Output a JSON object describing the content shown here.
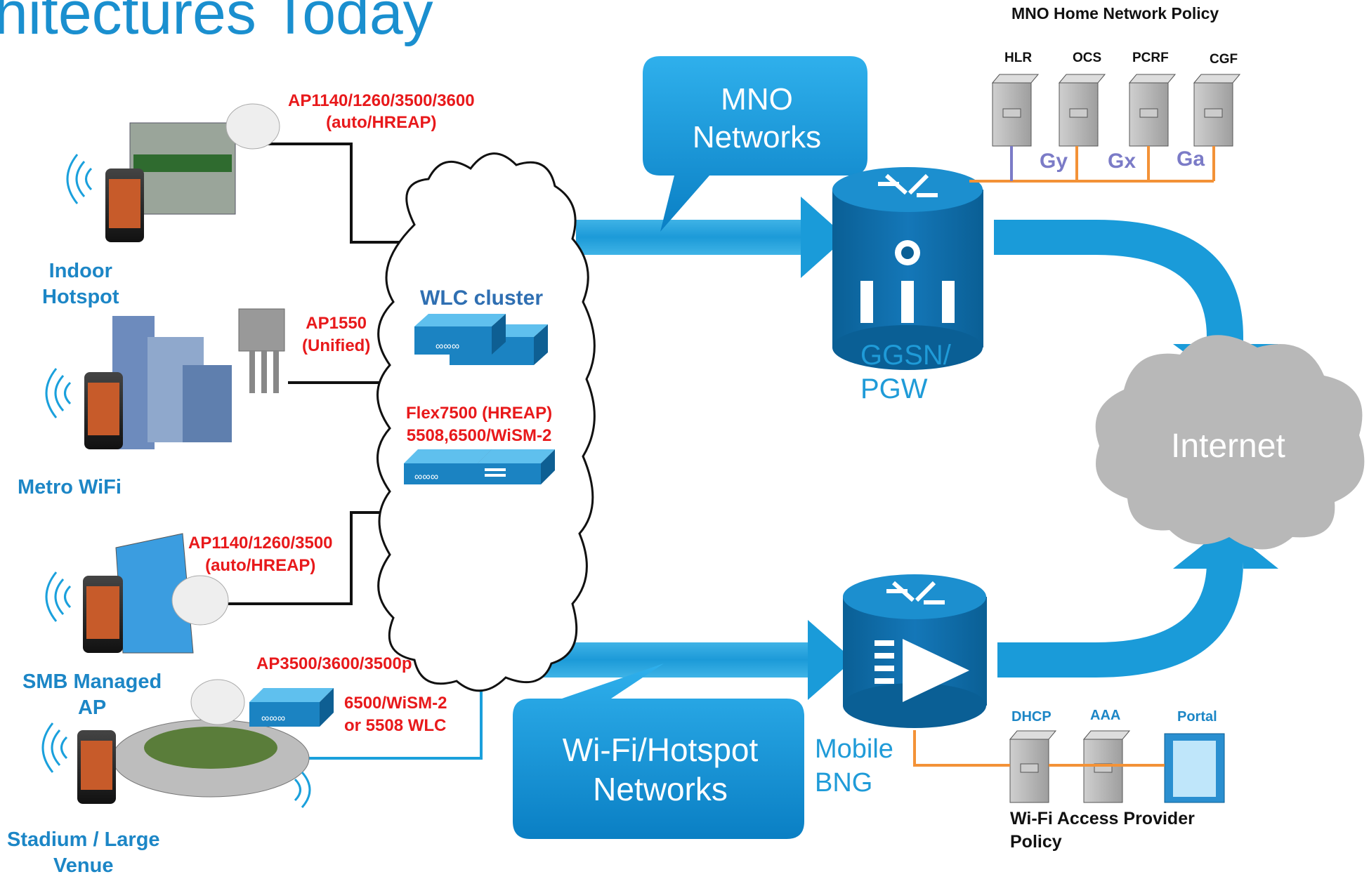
{
  "title": "hitectures Today",
  "home_policy": {
    "title": "MNO Home Network Policy",
    "servers": [
      "HLR",
      "OCS",
      "PCRF",
      "CGF"
    ],
    "interfaces": [
      "Gy",
      "Gx",
      "Ga"
    ]
  },
  "sites": {
    "indoor": "Indoor\nHotspot",
    "metro": "Metro WiFi",
    "smb": "SMB Managed\nAP",
    "stadium": "Stadium / Large\nVenue"
  },
  "ap_labels": {
    "indoor": "AP1140/1260/3500/3600\n(auto/HREAP)",
    "metro": "AP1550\n(Unified)",
    "smb": "AP1140/1260/3500\n(auto/HREAP)",
    "stadium": "AP3500/3600/3500p",
    "stadium_wlc": "6500/WiSM-2\nor 5508 WLC"
  },
  "cloud": {
    "wlc_cluster": "WLC cluster",
    "flex": "Flex7500 (HREAP)\n5508,6500/WiSM-2"
  },
  "bubbles": {
    "mno": "MNO\nNetworks",
    "wifi": "Wi-Fi/Hotspot\nNetworks"
  },
  "nodes": {
    "ggsn": "GGSN/\nPGW",
    "bng": "Mobile\nBNG",
    "internet": "Internet"
  },
  "access_policy": {
    "servers": [
      "DHCP",
      "AAA",
      "Portal"
    ],
    "title": "Wi-Fi Access Provider\nPolicy"
  },
  "colors": {
    "accent_blue": "#1c86c6",
    "red": "#e8191b",
    "orange": "#f39237",
    "arrow": "#1aa0dc"
  }
}
